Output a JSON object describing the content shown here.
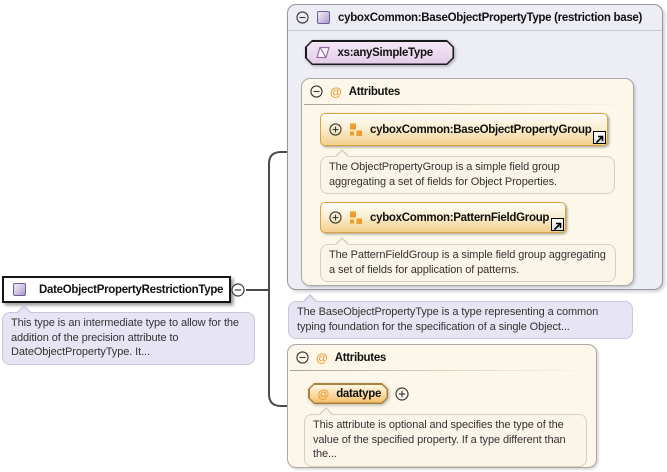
{
  "colors": {
    "accent_purple": "#AB96CC",
    "accent_orange": "#EE9D2B",
    "container_lavender": "#EDEDF5",
    "attributes_cream": "#FDF7E9",
    "tooltip_lavender": "#E7E5F3",
    "tooltip_cream": "#FAF5E8",
    "group_border_orange": "#D9A13F",
    "connector_gray": "#4A4A4A"
  },
  "icons": {
    "at_symbol": "@"
  },
  "left_node": {
    "title": "DateObjectPropertyRestrictionType",
    "description": "This type is an intermediate type to allow for the addition of the precision attribute to DateObjectPropertyType. It..."
  },
  "base_type": {
    "title": "cyboxCommon:BaseObjectPropertyType (restriction base)",
    "base_ref": "xs:anySimpleType",
    "attributes_header": "Attributes",
    "groups": [
      {
        "name": "cyboxCommon:BaseObjectPropertyGroup",
        "description": "The ObjectPropertyGroup is a simple field group aggregating a set of fields for Object Properties."
      },
      {
        "name": "cyboxCommon:PatternFieldGroup",
        "description": "The PatternFieldGroup is a simple field group aggregating a set of fields for application of patterns."
      }
    ],
    "description": "The BaseObjectPropertyType is a type representing a common typing foundation for the specification of a single Object..."
  },
  "restriction_attributes": {
    "attributes_header": "Attributes",
    "attributes": [
      {
        "name": "datatype",
        "description": "This attribute is optional and specifies the type of the value of the specified property. If a type different than the..."
      }
    ]
  }
}
